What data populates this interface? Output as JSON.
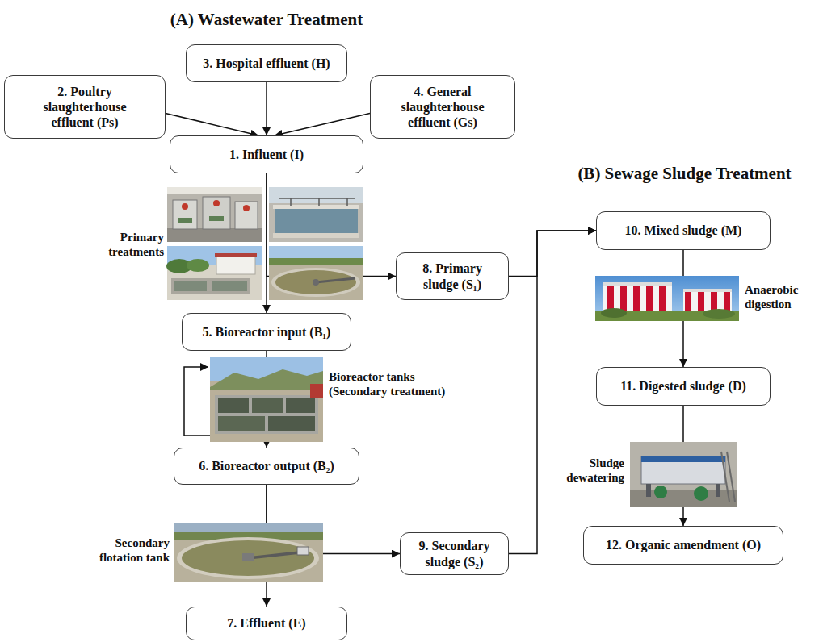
{
  "diagram": {
    "nodes": [
      {
        "text": [
          "3. Hospital effluent (H)"
        ]
      },
      {
        "text": [
          "2. Poultry slaughterhouse effluent (Ps)"
        ]
      },
      {
        "text": [
          "4. General slaughterhouse effluent (Gs)"
        ]
      },
      {
        "text": [
          "1. Influent (I)"
        ]
      },
      {
        "text": [
          "8. Primary sludge (S₁)"
        ]
      },
      {
        "text": [
          "5. Bioreactor input (B₁)"
        ]
      },
      {
        "text": [
          "6. Bioreactor output (B₂)"
        ]
      },
      {
        "text": [
          "9. Secondary sludge (S₂)"
        ]
      },
      {
        "text": [
          "7. Effluent (E)"
        ]
      },
      {
        "text": [
          "10. Mixed sludge (M)"
        ]
      },
      {
        "text": [
          "11. Digested sludge (D)"
        ]
      },
      {
        "text": [
          "12. Organic amendment (O)"
        ]
      }
    ],
    "edges": [
      {
        "from": 1,
        "to": 3,
        "arrow": "to"
      },
      {
        "from": 0,
        "to": 3,
        "arrow": "to"
      },
      {
        "from": 2,
        "to": 3,
        "arrow": "to"
      },
      {
        "from": 3,
        "to": 5,
        "arrow": "to"
      },
      {
        "from": 3,
        "to": 4,
        "arrow": "to"
      },
      {
        "from": 5,
        "to": 6,
        "arrow": "to"
      },
      {
        "from": 6,
        "to": 8,
        "arrow": "to"
      },
      {
        "from": 6,
        "to": 7,
        "arrow": "to"
      },
      {
        "from": 4,
        "to": 9,
        "arrow": "to"
      },
      {
        "from": 7,
        "to": 9,
        "arrow": "to"
      },
      {
        "from": 9,
        "to": 10,
        "arrow": "to"
      },
      {
        "from": 10,
        "to": 11,
        "arrow": "to"
      }
    ],
    "labels": [
      "(A) Wastewater Treatment",
      "(B) Sewage Sludge Treatment",
      "Primary treatments",
      "Bioreactor tanks (Secondary treatment)",
      "Secondary flotation tank",
      "Anaerobic digestion",
      "Sludge dewatering"
    ]
  }
}
